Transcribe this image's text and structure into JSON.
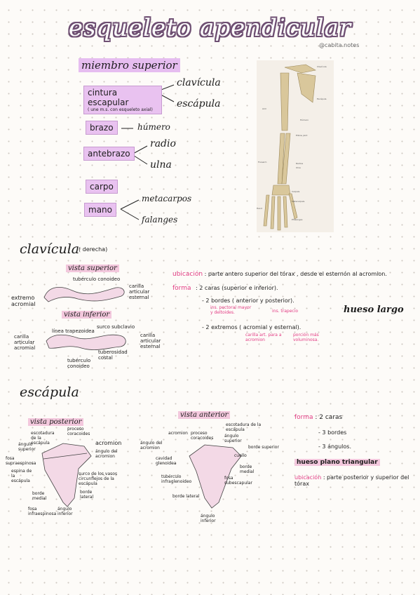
{
  "title": "esqueleto apendicular",
  "credit": "@cabita.notes",
  "miembro_superior": {
    "heading": "miembro superior",
    "cintura_escapular": "cintura escapular",
    "cintura_note": "( une m.s. con esqueleto axial)",
    "clavicula": "clavícula",
    "escapula": "escápula",
    "brazo": "brazo",
    "humero": "húmero",
    "antebrazo": "antebrazo",
    "radio": "radio",
    "ulna": "ulna",
    "carpo": "carpo",
    "mano": "mano",
    "metacarpos": "metacarpos",
    "falanges": "falanges",
    "arm_labels": [
      "Clavícula",
      "Escápula",
      "Húmero",
      "Elbow joint",
      "Radius",
      "Ulna",
      "Carpals",
      "Metacarpals",
      "Phalanges",
      "Arm",
      "Forearm",
      "Hand"
    ]
  },
  "clavicula": {
    "heading": "clavícula",
    "side": "( derecha)",
    "vista_superior": "vista superior",
    "vista_inferior": "vista inferior",
    "labels": {
      "tuberculo_conoideo_sup": "tubérculo conoideo",
      "carilla_articular_esternal_sup": "carilla articular esternal",
      "extremo_acromial": "extremo acromial",
      "linea_trapezoidea": "línea trapezoidea",
      "surco_subclavio": "surco subclavio",
      "carilla_articular_acromial": "carilla articular acromial",
      "carilla_articular_esternal_inf": "carilla articular esternal",
      "tuberosidad_costal": "tuberosidad costal",
      "tuberculo_conoideo_inf": "tubérculo conoideo"
    },
    "ubicacion_label": "ubicación",
    "ubicacion_text": ": parte antero superior del tórax , desde el esternón al acromion.",
    "forma_label": "forma",
    "caras": ": 2 caras (superior e inferior).",
    "bordes": "- 2 bordes ( anterior y posterior).",
    "bordes_ins1": "ins. pectoral mayor y deltoides.",
    "bordes_ins2": "ins. trapecio",
    "extremos": "- 2 extremos ( acromial y esternal).",
    "extremos_1": "carilla art. para a acromion",
    "extremos_2": "porción más voluminosa.",
    "hueso_largo": "hueso largo"
  },
  "escapula": {
    "heading": "escápula",
    "vista_posterior": "vista posterior",
    "vista_anterior": "vista anterior",
    "posterior_labels": {
      "escotadura": "escotadura de la escápula",
      "proceso_coracoides": "proceso coracoides",
      "acromion": "acromion",
      "angulo_acromion": "ángulo del acromion",
      "angulo_superior": "ángulo superior",
      "fosa_supraespinosa": "fosa supraespinosa",
      "espina": "espina de la escápula",
      "surco": "surco de los vasos circunflejos de la escápula",
      "borde_medial": "borde medial",
      "borde_lateral": "borde lateral",
      "fosa_infraespinosa": "fosa infraespinosa",
      "angulo_inferior": "ángulo inferior"
    },
    "anterior_labels": {
      "acromion": "acromion",
      "proceso_coracoides": "proceso coracoides",
      "escotadura": "escotadura de la escápula",
      "angulo_superior": "ángulo superior",
      "borde_superior": "borde superior",
      "angulo_acromion": "ángulo del acromion",
      "cavidad_glenoidea": "cavidad glenoidea",
      "cuello": "cuello",
      "borde_medial": "borde medial",
      "tuberculo_infraglenoideo": "tubérculo infraglenoideo",
      "fosa_subescapular": "fosa subescapular",
      "borde_lateral": "borde lateral",
      "angulo_inferior": "ángulo inferior"
    },
    "forma_label": "forma",
    "caras": ": 2 caras",
    "bordes": "- 3 bordes",
    "angulos": "- 3 ángulos.",
    "hueso_plano": "hueso plano triangular",
    "ubicacion_label": "ubicación",
    "ubicacion_text": ": parte posterior y superior del tórax"
  },
  "colors": {
    "highlight": "#e6bdf0",
    "pink_text": "#e23b83",
    "title_outline": "#6e4f72"
  }
}
